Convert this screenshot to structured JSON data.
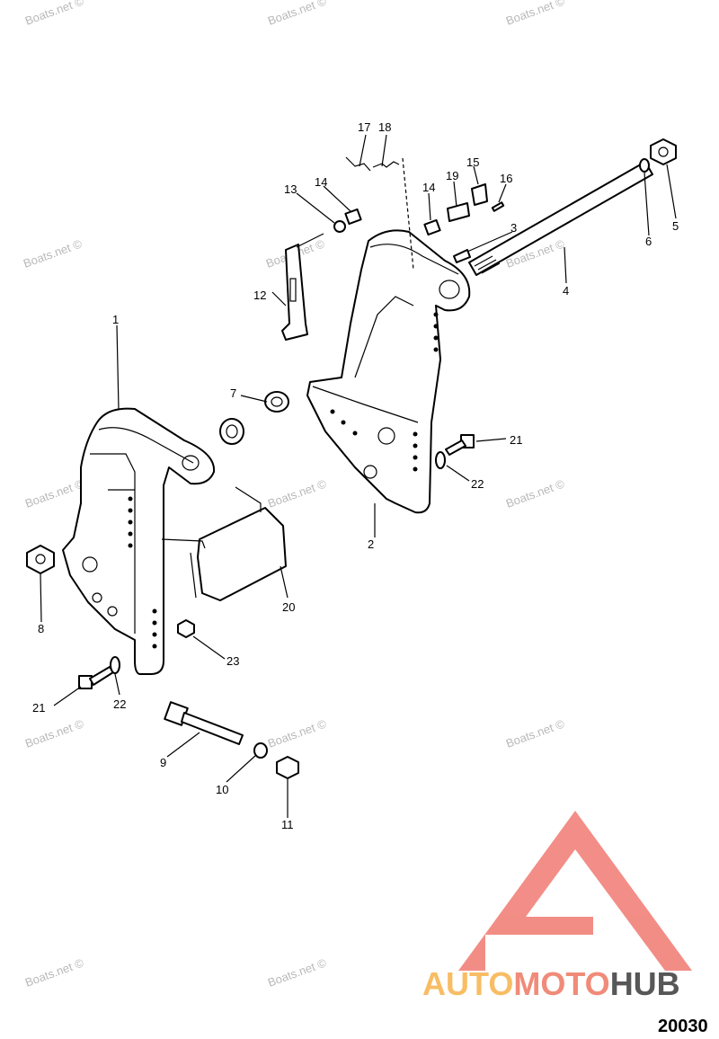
{
  "watermark": "Boats.net ©",
  "drawing_number": "20030",
  "logo": {
    "part1": "AUTO",
    "part2": "MOTO",
    "part3": "HUB",
    "color1": "#f7b24a",
    "color2": "#ee7762",
    "color3": "#3a3a3a",
    "triangle_color": "#f07a72"
  },
  "callouts": {
    "c1": "1",
    "c2": "2",
    "c3": "3",
    "c4": "4",
    "c5": "5",
    "c6": "6",
    "c7": "7",
    "c8": "8",
    "c9": "9",
    "c10": "10",
    "c11": "11",
    "c12": "12",
    "c13": "13",
    "c14a": "14",
    "c14b": "14",
    "c15": "15",
    "c16": "16",
    "c17": "17",
    "c18": "18",
    "c19": "19",
    "c20": "20",
    "c21a": "21",
    "c21b": "21",
    "c22a": "22",
    "c22b": "22",
    "c23": "23"
  }
}
